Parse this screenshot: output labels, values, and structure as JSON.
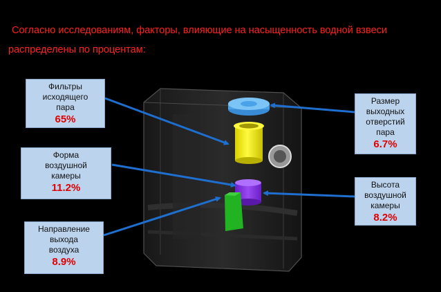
{
  "heading": {
    "line1": "Согласно исследованиям, факторы, влияющие на насыщенность водной взвеси",
    "line2": "распределены по процентам:"
  },
  "factors": [
    {
      "label_lines": [
        "Фильтры",
        "исходящего",
        "пара"
      ],
      "percent": "65%"
    },
    {
      "label_lines": [
        "Форма",
        "воздушной",
        "камеры"
      ],
      "percent": "11.2%"
    },
    {
      "label_lines": [
        "Направление",
        "выхода",
        "воздуха"
      ],
      "percent": "8.9%"
    },
    {
      "label_lines": [
        "Размер",
        "выходных",
        "отверстий",
        "пара"
      ],
      "percent": "6.7%"
    },
    {
      "label_lines": [
        "Высота",
        "воздушной",
        "камеры"
      ],
      "percent": "8.2%"
    }
  ],
  "colors": {
    "background": "#000000",
    "heading_text": "#ff2020",
    "box_fill": "#bcd3ee",
    "percent_text": "#e00000",
    "arrow": "#1e6fd0",
    "filter_part": "#e8e000",
    "chamber_part": "#8a2be2",
    "nozzle_part": "#22b322",
    "outlet_part": "#4aa3e8"
  }
}
